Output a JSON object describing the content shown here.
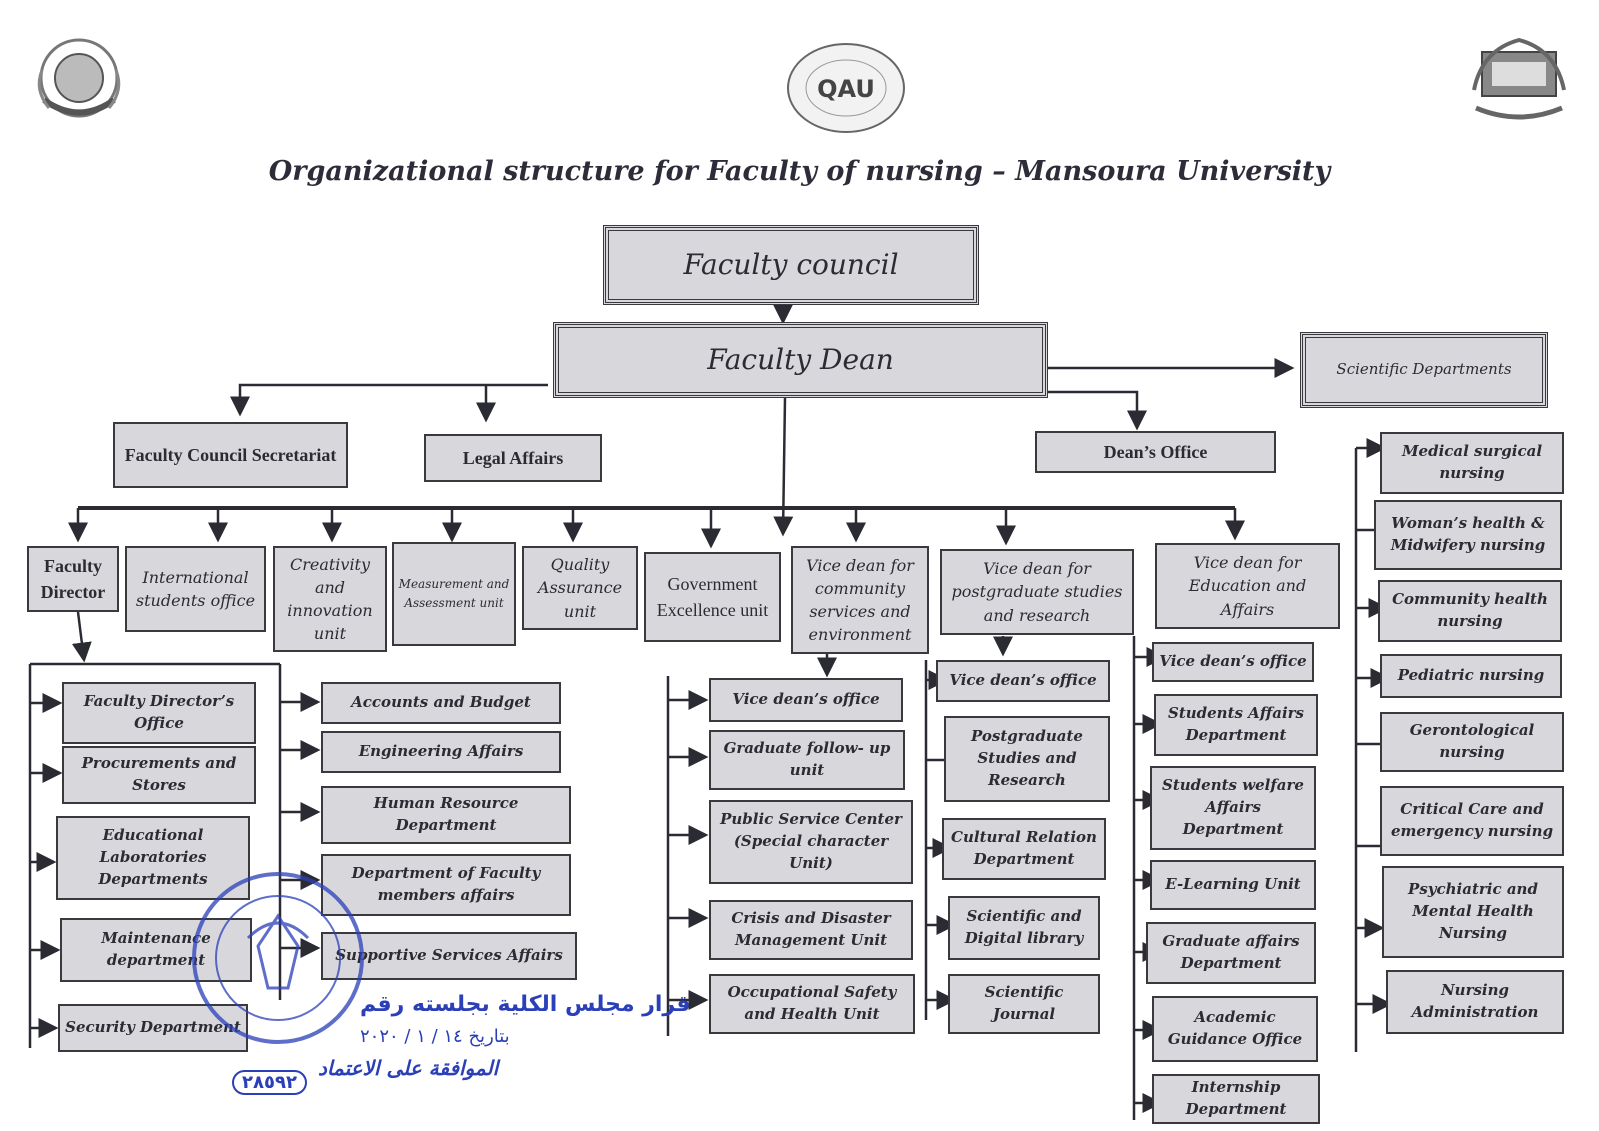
{
  "title": "Organizational structure for Faculty of nursing – Mansoura University",
  "colors": {
    "box_fill": "#d8d8dc",
    "line": "#3a3a3e",
    "text": "#2b2b33",
    "stamp": "#2a3fb8"
  },
  "logos": {
    "left": "mansoura-university-emblem",
    "center": "NAQAAE-accreditation-seal",
    "center_text": "QAU",
    "right": "faculty-of-nursing-emblem"
  },
  "top": {
    "council": "Faculty council",
    "dean": "Faculty Dean",
    "scientific_departments": "Scientific  Departments",
    "secretariat": "Faculty Council Secretariat",
    "legal": "Legal Affairs",
    "deans_office": "Dean’s Office"
  },
  "units": {
    "faculty_director": "Faculty Director",
    "international": "International students office",
    "creativity": "Creativity and innovation unit",
    "measurement": "Measurement and Assessment unit",
    "quality": "Quality Assurance unit",
    "government": "Government Excellence unit",
    "vd_community": "Vice dean for community services and environment",
    "vd_postgrad": "Vice dean for postgraduate studies and research",
    "vd_education": "Vice dean for Education and Affairs"
  },
  "director_left": [
    "Faculty Director’s Office",
    "Procurements and Stores",
    "Educational Laboratories Departments",
    "Maintenance department",
    "Security Department"
  ],
  "director_right": [
    "Accounts and Budget",
    "Engineering Affairs",
    "Human Resource Department",
    "Department of Faculty members affairs",
    "Supportive Services Affairs"
  ],
  "community": [
    "Vice dean’s office",
    "Graduate follow- up unit",
    "Public Service Center (Special character Unit)",
    "Crisis and Disaster Management Unit",
    "Occupational Safety and Health Unit"
  ],
  "postgrad": [
    "Vice dean’s office",
    "Postgraduate Studies and Research",
    "Cultural Relation Department",
    "Scientific and Digital library",
    "Scientific Journal"
  ],
  "education": [
    "Vice dean’s office",
    "Students Affairs Department",
    "Students welfare Affairs Department",
    "E-Learning Unit",
    "Graduate affairs Department",
    "Academic Guidance Office",
    "Internship Department"
  ],
  "scientific": [
    "Medical surgical nursing",
    "Woman’s health & Midwifery nursing",
    "Community health nursing",
    "Pediatric nursing",
    "Gerontological nursing",
    "Critical Care and emergency nursing",
    "Psychiatric and Mental Health Nursing",
    "Nursing Administration"
  ],
  "stamp": {
    "line1": "قرار مجلس الكلية بجلسته رقم",
    "line2": "بتاريخ ١٤ / ١ / ٢٠٢٠",
    "line3": "الموافقة على الاعتماد",
    "number": "٢٨٥٩٢"
  }
}
